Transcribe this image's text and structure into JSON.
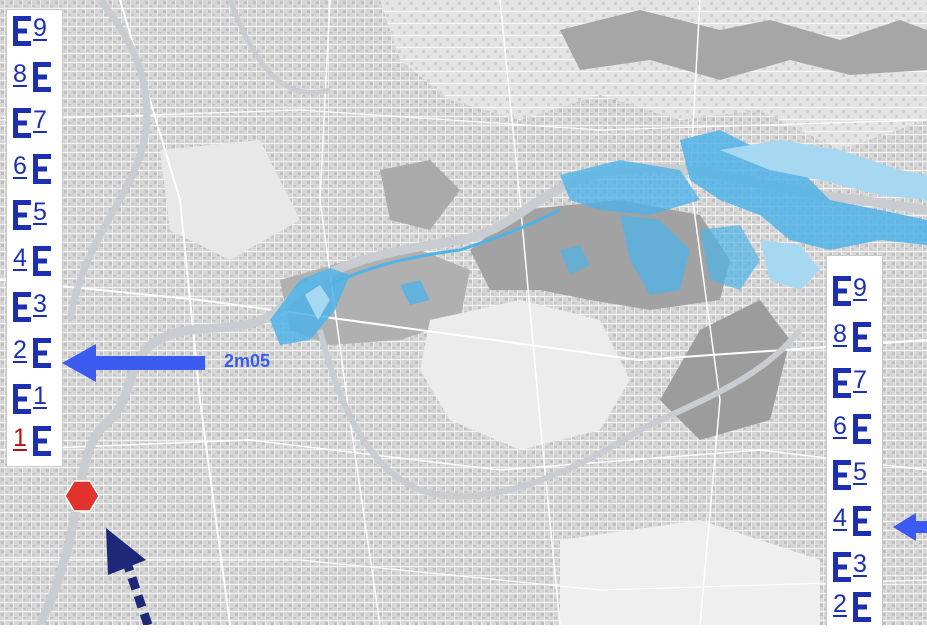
{
  "map": {
    "water_color": "#4fb3e8",
    "water_light_color": "#a6d8f2",
    "river_color": "#c9ccd0",
    "urban_color": "#b9b9b9",
    "forest_color": "#9b9b9b"
  },
  "gauges": {
    "color": "#1b2fb0",
    "low_color": "#b01414",
    "left": {
      "labels": [
        "9",
        "8",
        "7",
        "6",
        "5",
        "4",
        "3",
        "2",
        "1",
        "1"
      ]
    },
    "right": {
      "labels": [
        "9",
        "8",
        "7",
        "6",
        "5",
        "4",
        "3",
        "2"
      ]
    }
  },
  "annotations": {
    "water_level": "2m05",
    "arrow_color": "#3a5af0",
    "marker_color": "#e3312b",
    "dashed_arrow_color": "#1e2878"
  }
}
